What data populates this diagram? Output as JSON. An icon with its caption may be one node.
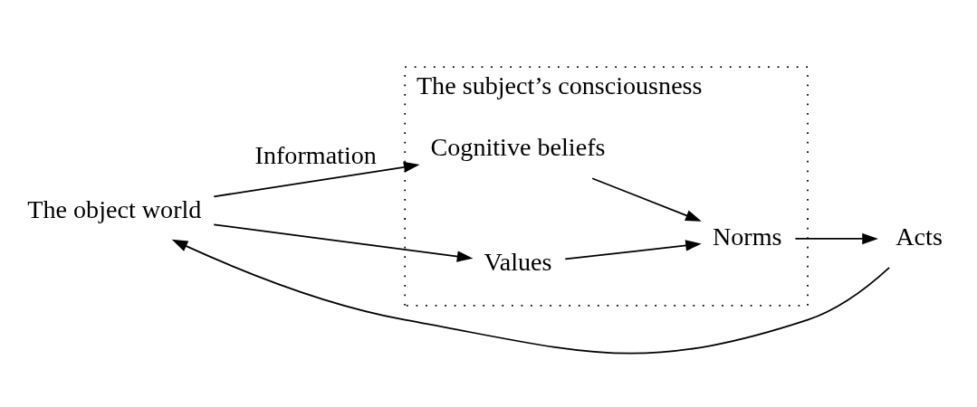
{
  "diagram": {
    "nodes": [
      {
        "text": [
          "The object world"
        ]
      },
      {
        "text": [
          "The subject’s consciousness"
        ]
      },
      {
        "text": [
          "Cognitive beliefs"
        ],
        "in": 1
      },
      {
        "text": [
          "Values"
        ],
        "in": 1
      },
      {
        "text": [
          "Norms"
        ],
        "in": 1
      },
      {
        "text": [
          "Acts"
        ]
      }
    ],
    "edges": [
      {
        "from": 0,
        "to": 2,
        "arrow": "to",
        "label": "Information"
      },
      {
        "from": 0,
        "to": 3,
        "arrow": "to"
      },
      {
        "from": 2,
        "to": 4,
        "arrow": "to"
      },
      {
        "from": 3,
        "to": 4,
        "arrow": "to"
      },
      {
        "from": 4,
        "to": 5,
        "arrow": "to"
      },
      {
        "from": 5,
        "to": 0,
        "arrow": "to"
      }
    ]
  }
}
